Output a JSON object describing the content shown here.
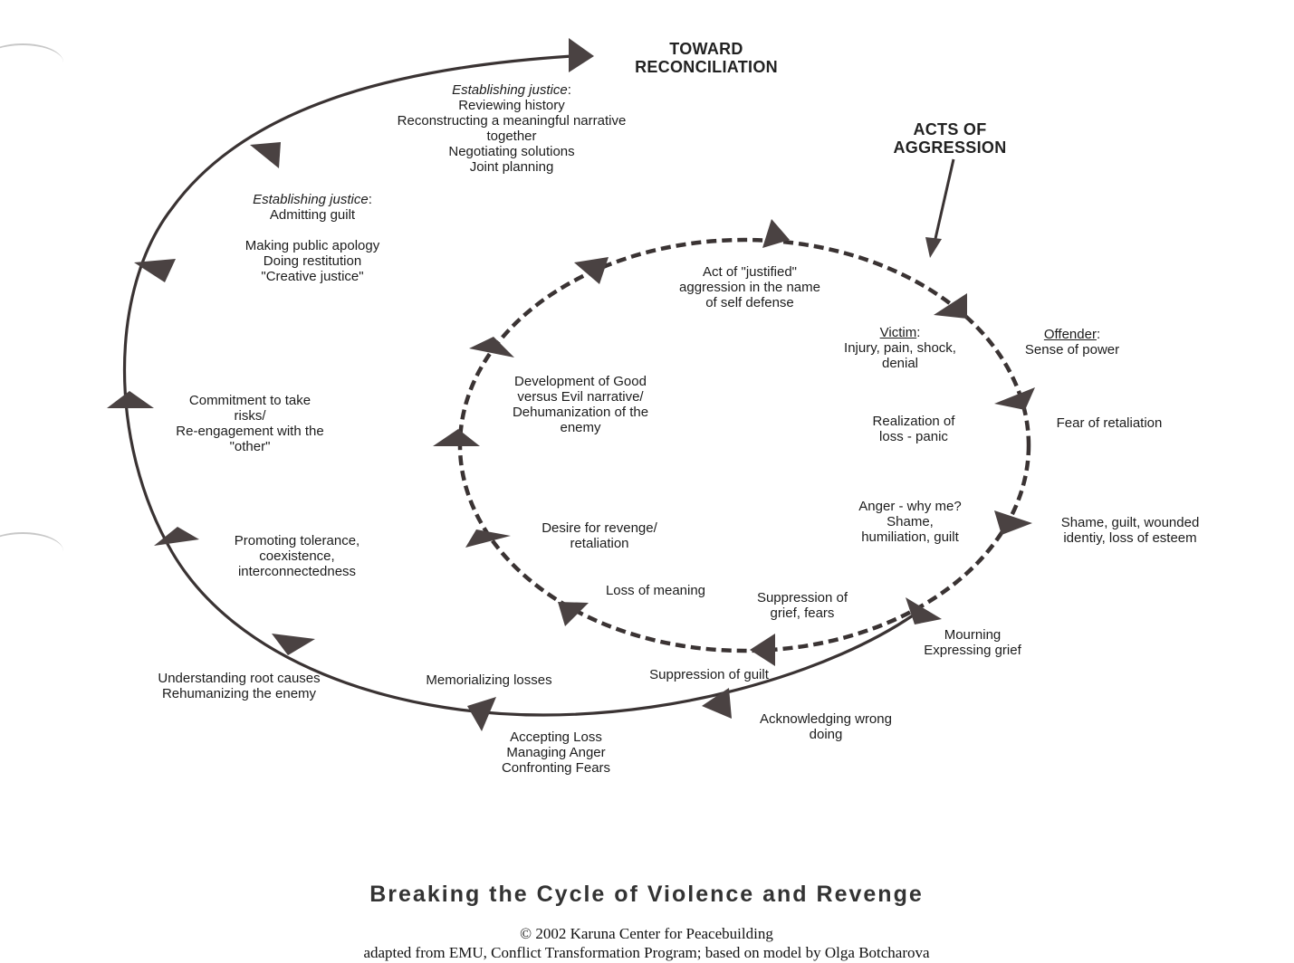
{
  "diagram": {
    "title": "Breaking the Cycle of Violence and Revenge",
    "credits": [
      "© 2002 Karuna Center for Peacebuilding",
      "adapted from EMU, Conflict Transformation Program; based on model by Olga Botcharova"
    ],
    "headings": {
      "reconciliation": [
        "TOWARD",
        "RECONCILIATION"
      ],
      "aggression": [
        "ACTS OF",
        "AGGRESSION"
      ]
    },
    "colors": {
      "line": "#3a3333",
      "arrow": "#4a4242",
      "text": "#1c1c1c"
    },
    "inner_cycle": {
      "style": "dashed",
      "labels": {
        "justified_aggression": [
          "Act of \"justified\"",
          "aggression in the name",
          "of self defense"
        ],
        "victim_heading": "Victim",
        "victim": [
          "Injury, pain, shock,",
          "denial"
        ],
        "offender_heading": "Offender",
        "offender": [
          "Sense of power"
        ],
        "realization": [
          "Realization of",
          "loss - panic"
        ],
        "fear": [
          "Fear of retaliation"
        ],
        "anger": [
          "Anger - why me?",
          "Shame,",
          "humiliation, guilt"
        ],
        "shame_offender": [
          "Shame, guilt, wounded",
          "identiy, loss of esteem"
        ],
        "suppression_grief": [
          "Suppression of",
          "grief, fears"
        ],
        "suppression_guilt": [
          "Suppression of guilt"
        ],
        "loss_meaning": [
          "Loss of meaning"
        ],
        "revenge": [
          "Desire for revenge/",
          "retaliation"
        ],
        "good_evil": [
          "Development of Good",
          "versus Evil narrative/",
          "Dehumanization of the",
          "enemy"
        ]
      }
    },
    "outer_path": {
      "style": "solid",
      "labels": {
        "mourning": [
          "Mourning",
          "Expressing grief"
        ],
        "acknowledging": [
          "Acknowledging wrong",
          "doing"
        ],
        "accepting": [
          "Accepting Loss",
          "Managing Anger",
          "Confronting Fears"
        ],
        "memorializing": [
          "Memorializing losses"
        ],
        "root_causes": [
          "Understanding root causes",
          "Rehumanizing the enemy"
        ],
        "tolerance": [
          "Promoting tolerance,",
          "coexistence,",
          "interconnectedness"
        ],
        "commitment": [
          "Commitment to take",
          "risks/",
          "Re-engagement with the",
          "\"other\""
        ],
        "justice1_heading": "Establishing justice",
        "justice1": [
          "Admitting guilt",
          "",
          "Making public apology",
          "Doing restitution",
          "\"Creative justice\""
        ],
        "justice2_heading": "Establishing justice",
        "justice2": [
          "Reviewing history",
          "Reconstructing a meaningful narrative",
          "together",
          "Negotiating solutions",
          "Joint planning"
        ]
      }
    }
  }
}
